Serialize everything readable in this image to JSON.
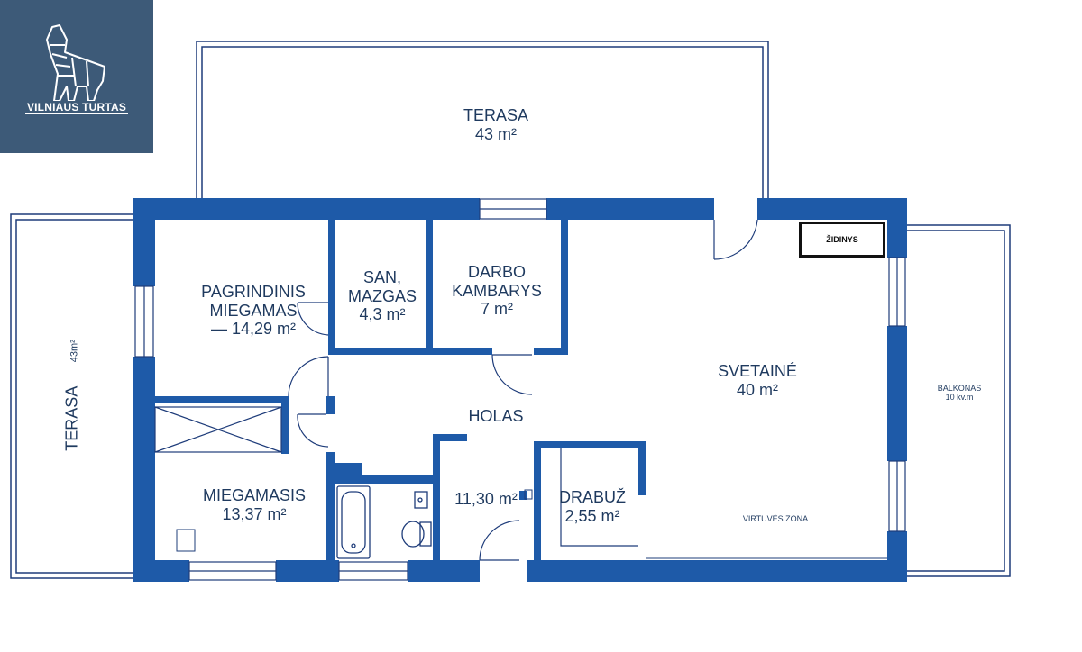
{
  "logo": {
    "brand": "VILNIAUS TURTAS",
    "icon": "wolf-icon"
  },
  "colors": {
    "wall": "#1e5aa8",
    "thin_line": "#1e3c7a",
    "label": "#1f3a5f",
    "logo_bg": "#3d5a78"
  },
  "rooms": {
    "terasa_top": {
      "name": "TERASA",
      "area": "43 m²"
    },
    "terasa_left": {
      "name": "TERASA",
      "area": "43m²"
    },
    "balkonas": {
      "name": "BALKONAS",
      "area": "10 kv.m"
    },
    "pagrindinis": {
      "name1": "PAGRINDINIS",
      "name2": "MIEGAMAS",
      "area": "— 14,29 m²"
    },
    "san": {
      "name1": "SAN,",
      "name2": "MAZGAS",
      "area": "4,3 m²"
    },
    "darbo": {
      "name1": "DARBO",
      "name2": "KAMBARYS",
      "area": "7 m²"
    },
    "svetaine": {
      "name": "SVETAINÉ",
      "area": "40 m²"
    },
    "holas": {
      "name": "HOLAS",
      "area": "11,30 m²"
    },
    "miegamasis": {
      "name": "MIEGAMASIS",
      "area": "13,37 m²"
    },
    "drabuz": {
      "name": "DRABUŽ",
      "area": "2,55 m²"
    },
    "virtuve": {
      "name": "VIRTUVĖS ZONA"
    },
    "zidinys": {
      "name": "ŽIDINYS"
    }
  }
}
